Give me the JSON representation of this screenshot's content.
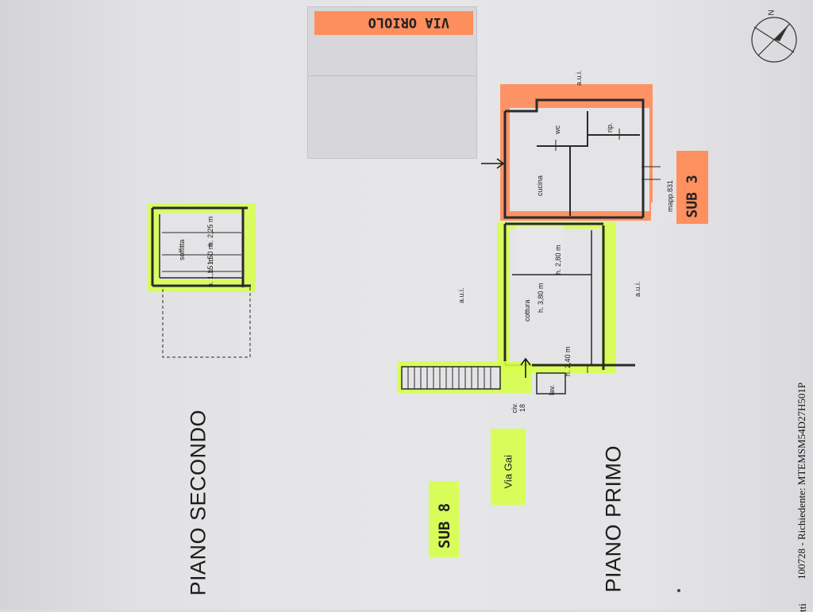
{
  "document": {
    "street_top": "VIA ORIOLO",
    "street_left": "Via Gai",
    "floor_second": "PIANO SECONDO",
    "floor_first": "PIANO PRIMO",
    "sub_left": "SUB 8",
    "sub_right": "SUB 3",
    "civic_number": "civ.\n18",
    "mapp": "mapp.831",
    "footer_request": "100728 - Richiedente: MTEMSM54D27H501P",
    "footer_fragment": "tti"
  },
  "rooms": {
    "soffitta": "soffitta",
    "cucina": "cucina",
    "cottura": "cottura",
    "wc": "wc",
    "rip": "rip.",
    "lav": "lav."
  },
  "heights": {
    "h225": "h. 2,25 m",
    "h150": "h. 1,50 m",
    "h115": "h. 1,15 m",
    "h280": "h. 2,80 m",
    "h380": "h. 3,80 m",
    "h240": "h. 2,40 m"
  },
  "neighbor_units": {
    "aui_1": "a.u.i.",
    "aui_2": "a.u.i.",
    "aui_3": "a.u.i."
  },
  "compass": {
    "label": "N",
    "icon": "compass-north-icon"
  },
  "colors": {
    "highlight_green": "#d6ff4a",
    "highlight_orange": "#ff8a56",
    "paper": "#e4e4e6",
    "line": "#2a2a2a"
  }
}
